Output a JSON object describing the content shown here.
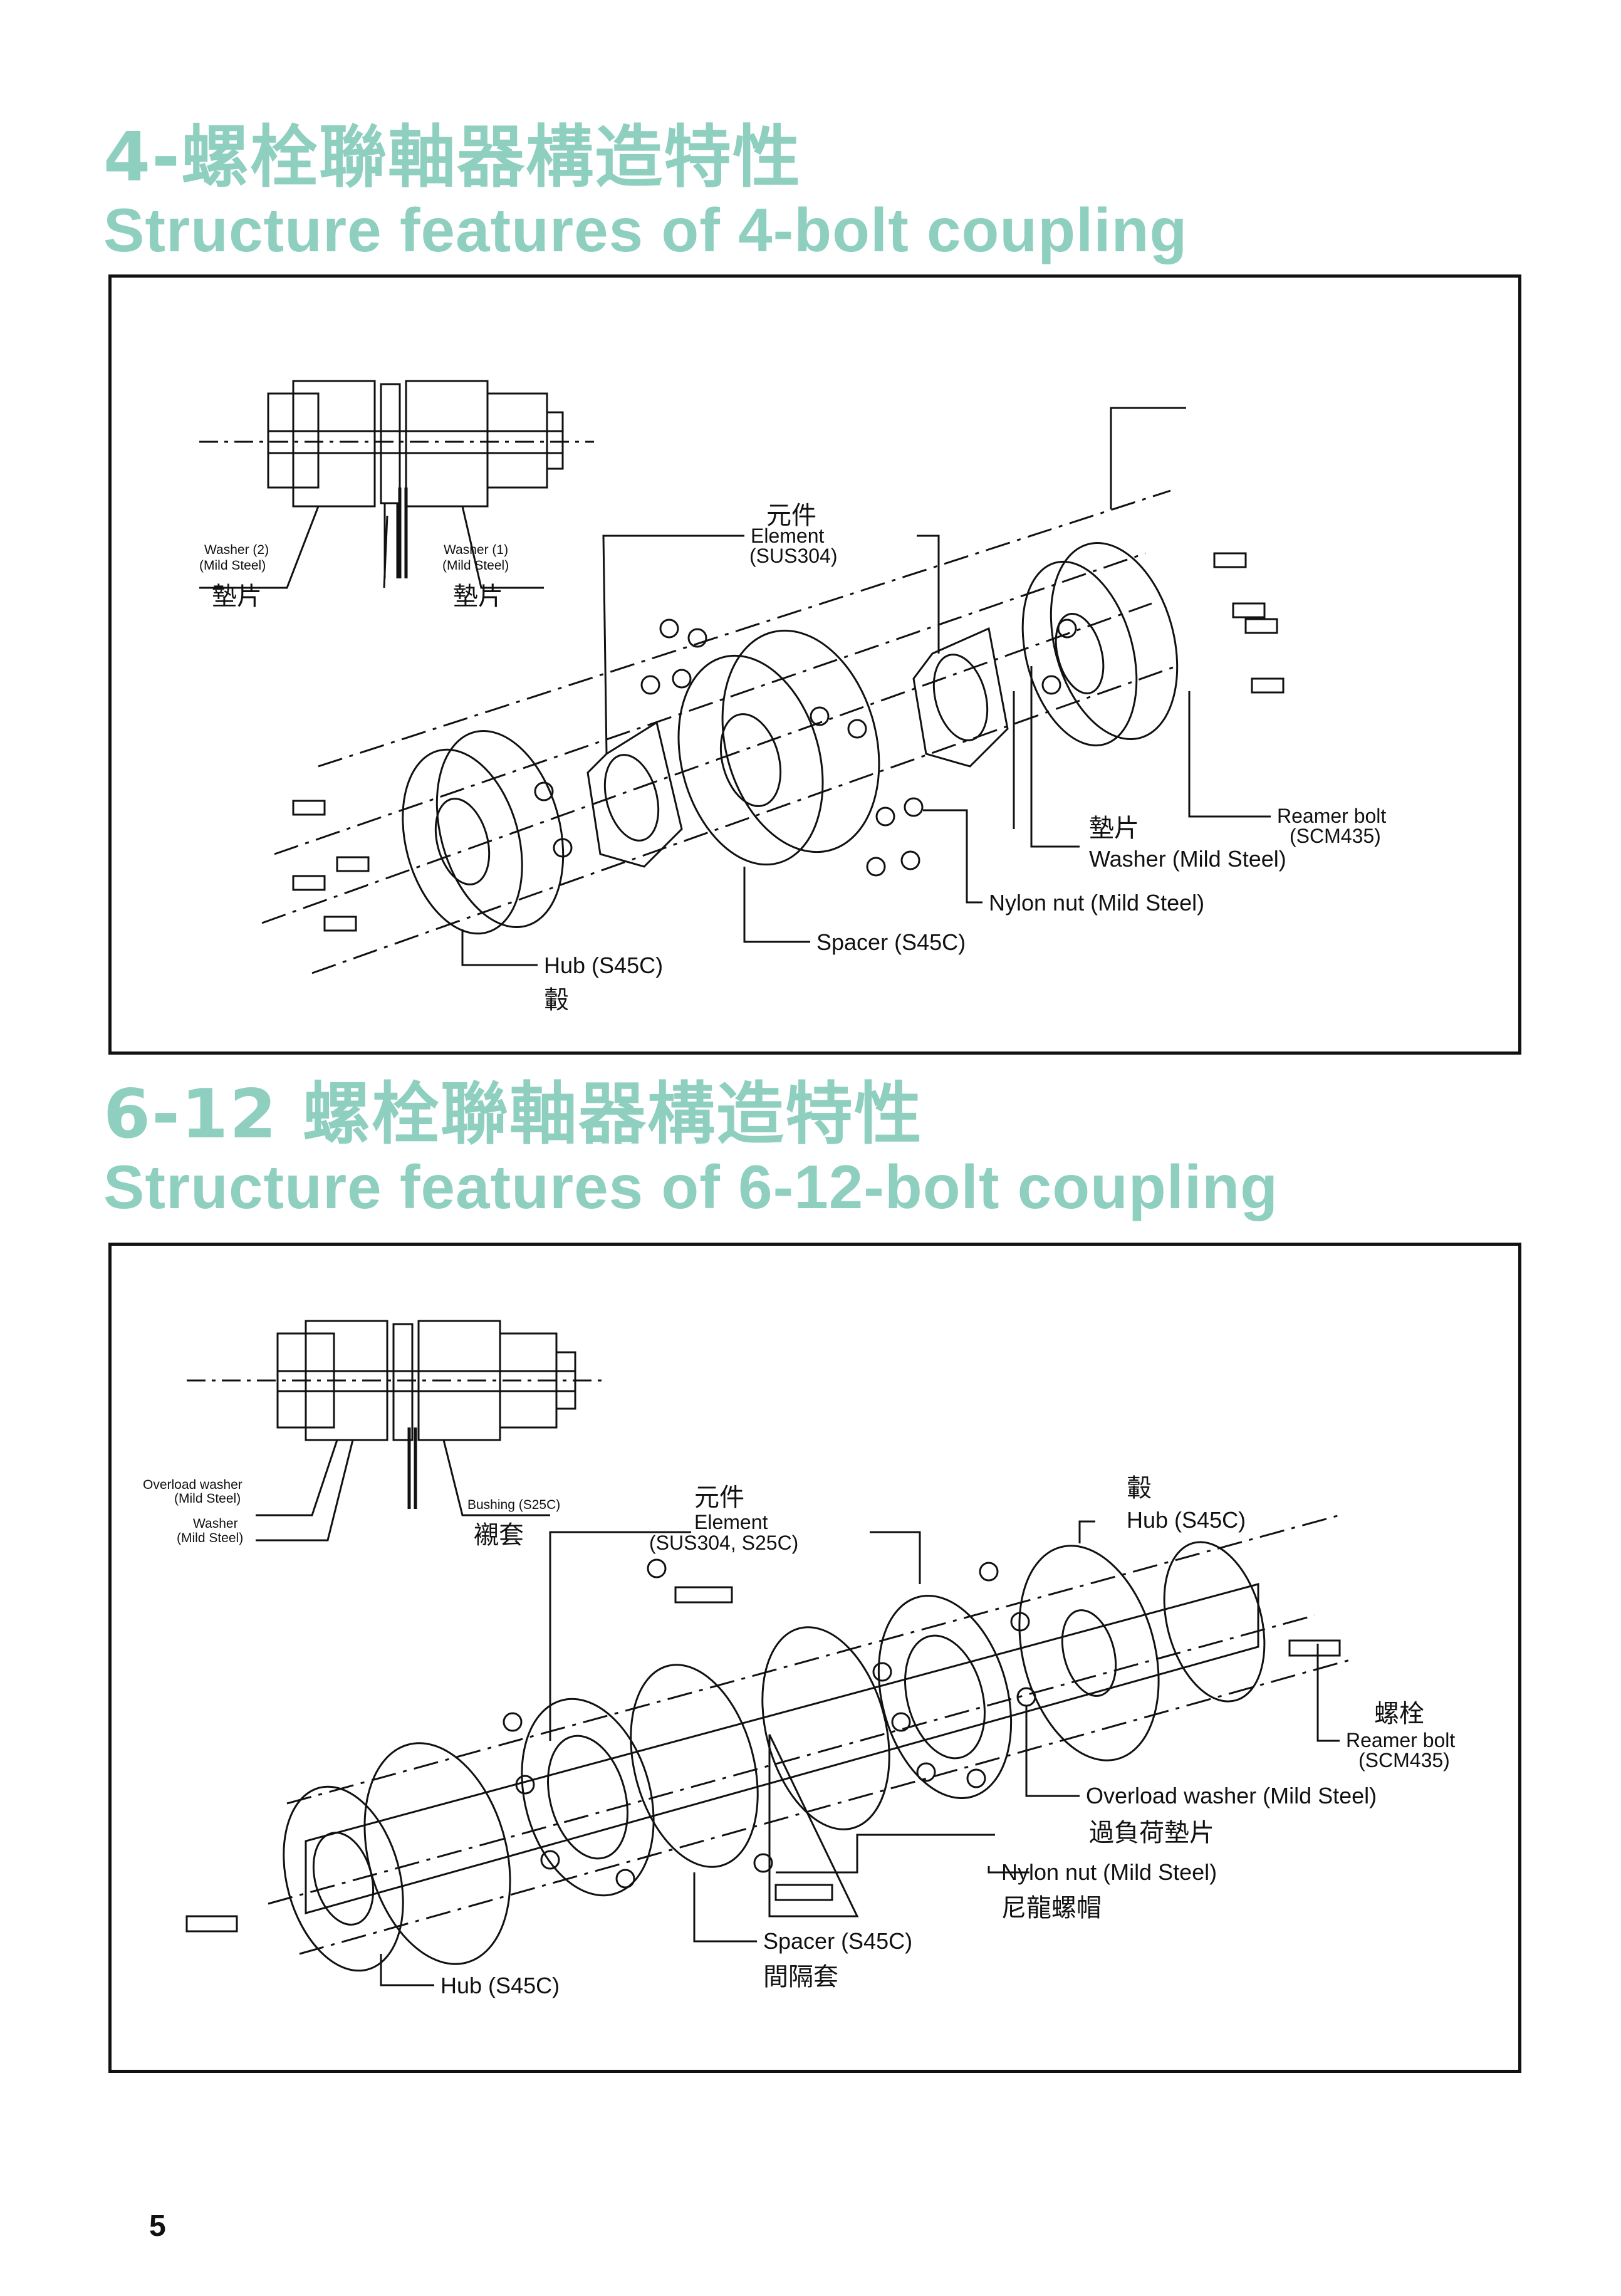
{
  "colors": {
    "title": "#8fcfbf",
    "line": "#111111",
    "background": "#ffffff"
  },
  "section1": {
    "title_zh": "4-螺栓聯軸器構造特性",
    "title_en": "Structure features of 4-bolt coupling",
    "labels": {
      "washer2": "Washer (2)",
      "washer2_mat": "(Mild Steel)",
      "washer2_zh": "墊片",
      "washer1": "Washer (1)",
      "washer1_mat": "(Mild Steel)",
      "washer1_zh": "墊片",
      "element_zh": "元件",
      "element": "Element",
      "element_mat": "(SUS304)",
      "reamer_bolt": "Reamer bolt",
      "reamer_bolt_mat": "(SCM435)",
      "washer_zh": "墊片",
      "washer": "Washer (Mild Steel)",
      "nylon_nut": "Nylon nut (Mild Steel)",
      "spacer": "Spacer (S45C)",
      "hub": "Hub (S45C)",
      "hub_zh": "轂"
    }
  },
  "section2": {
    "title_zh": "6-12 螺栓聯軸器構造特性",
    "title_en": "Structure features of 6-12-bolt coupling",
    "labels": {
      "overload_washer": "Overload washer",
      "overload_washer_mat": "(Mild Steel)",
      "washer": "Washer",
      "washer_mat": "(Mild Steel)",
      "bushing": "Bushing (S25C)",
      "bushing_zh": "襯套",
      "element_zh": "元件",
      "element": "Element",
      "element_mat": "(SUS304, S25C)",
      "hub_top_zh": "轂",
      "hub_top": "Hub (S45C)",
      "bolt_zh": "螺栓",
      "reamer_bolt": "Reamer bolt",
      "reamer_bolt_mat": "(SCM435)",
      "overload_washer_long": "Overload washer (Mild Steel)",
      "overload_washer_zh": "過負荷墊片",
      "nylon_nut": "Nylon nut (Mild Steel)",
      "nylon_nut_zh": "尼龍螺帽",
      "spacer": "Spacer (S45C)",
      "spacer_zh": "間隔套",
      "hub_bottom": "Hub (S45C)"
    }
  },
  "page_number": "5"
}
